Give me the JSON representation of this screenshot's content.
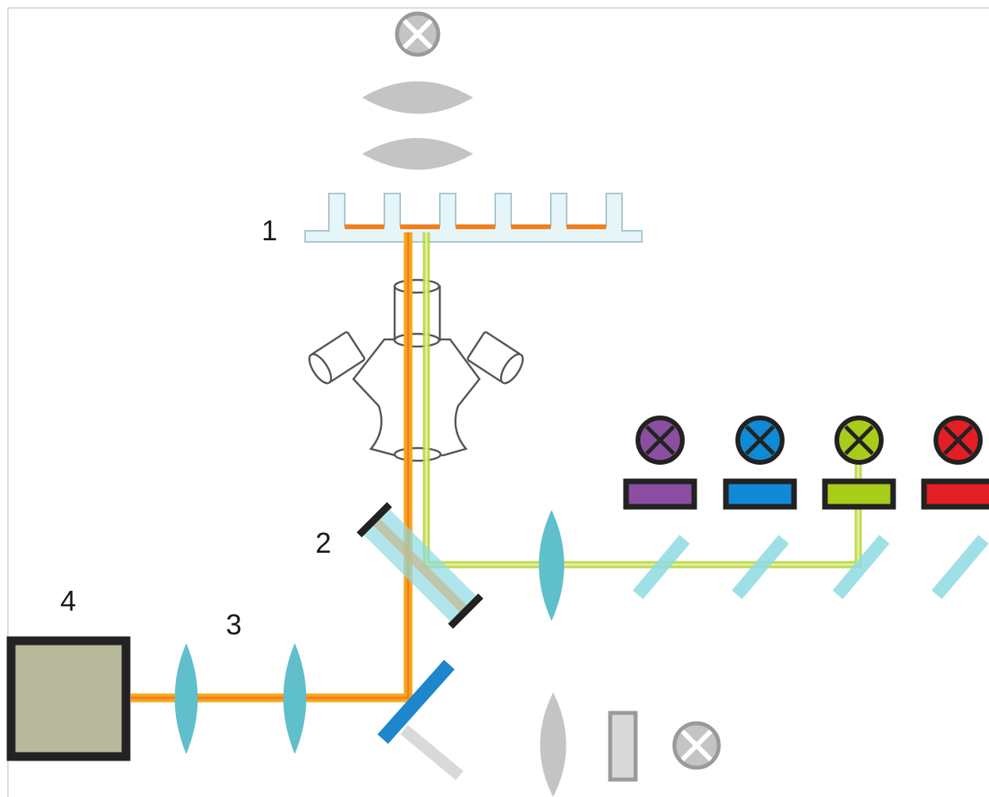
{
  "labels": {
    "plate": "1",
    "dichroic": "2",
    "lenses": "3",
    "detector": "4"
  },
  "colors": {
    "emission_beam": "#f7a81b",
    "emission_core": "#f47b20",
    "excitation_beam": "#b5d334",
    "lens": "#5fbfcb",
    "mirror_glass": "#8fdbe3",
    "detector_fill": "#b7b89c",
    "outline": "#222222",
    "transmitted_gray": "#c4c4c4",
    "plate_fill": "#e6f5f8",
    "plate_sample": "#f07f1c"
  },
  "light_sources": [
    {
      "name": "violet",
      "color": "#8b4ea0"
    },
    {
      "name": "blue",
      "color": "#1089d6"
    },
    {
      "name": "green",
      "color": "#a8cc1a"
    },
    {
      "name": "red",
      "color": "#e31e24"
    }
  ],
  "icons": {
    "transmitted_lamp": "lamp-x-icon",
    "bottom_lamp": "lamp-x-icon"
  }
}
